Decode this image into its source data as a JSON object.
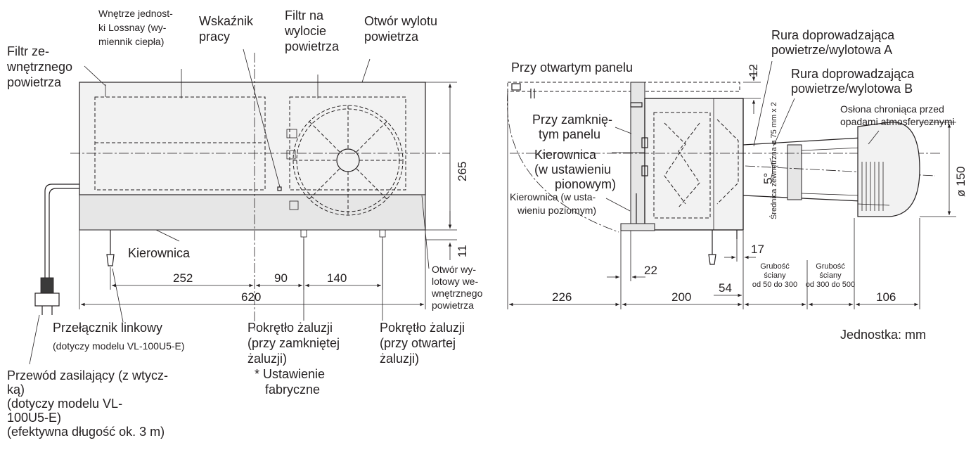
{
  "front": {
    "filter_outdoor": [
      "Filtr ze-",
      "wnętrznego",
      "powietrza"
    ],
    "lossnay_core": [
      "Wnętrze jednost-",
      "ki Lossnay (wy-",
      "miennik ciepła)"
    ],
    "indicator": [
      "Wskaźnik",
      "pracy"
    ],
    "filter_outlet": [
      "Filtr na",
      "wylocie",
      "powietrza"
    ],
    "air_outlet": [
      "Otwór wylotu",
      "powietrza"
    ],
    "louver": "Kierownica",
    "indoor_outlet": [
      "Otwór wy-",
      "lotowy we-",
      "wnętrznego",
      "powietrza"
    ],
    "pull_switch": [
      "Przełącznik linkowy",
      "(dotyczy modelu VL-100U5-E)"
    ],
    "knob_closed": [
      "Pokrętło żaluzji",
      "(przy zamkniętej",
      "żaluzji)",
      "* Ustawienie",
      "fabryczne"
    ],
    "knob_open": [
      "Pokrętło żaluzji",
      "(przy otwartej",
      "żaluzji)"
    ],
    "power_cord": [
      "Przewód zasilający (z wtycz-",
      "ką)",
      "(dotyczy modelu VL-",
      "100U5-E)",
      "(efektywna długość ok. 3 m)"
    ],
    "dims": {
      "h265": "265",
      "h11": "11",
      "d252": "252",
      "d90": "90",
      "d140": "140",
      "d620": "620"
    }
  },
  "side": {
    "panel_open": "Przy otwartym panelu",
    "panel_closed": [
      "Przy zamknię-",
      "tym panelu"
    ],
    "louver_vertical": [
      "Kierownica",
      "(w ustawieniu",
      "pionowym)"
    ],
    "louver_horizontal": [
      "Kierownica (w usta-",
      "wieniu poziomym)"
    ],
    "duct_a": [
      "Rura doprowadzająca",
      "powietrze/wylotowa A"
    ],
    "duct_b": [
      "Rura doprowadzająca",
      "powietrze/wylotowa B"
    ],
    "weather_cover": [
      "Osłona chroniąca przed",
      "opadami atmosferycznymi"
    ],
    "outer_diameter": "Średnica zewnętrzna ø 75 mm x 2",
    "wall_a": [
      "Grubość",
      "ściany",
      "od 50 do 300"
    ],
    "wall_b": [
      "Grubość",
      "ściany",
      "od 300 do 500"
    ],
    "unit": "Jednostka: mm",
    "dims": {
      "d12": "12",
      "d5": "5°",
      "d150": "ø 150",
      "d17": "17",
      "d22": "22",
      "d226": "226",
      "d200": "200",
      "d54": "54",
      "d106": "106"
    }
  }
}
